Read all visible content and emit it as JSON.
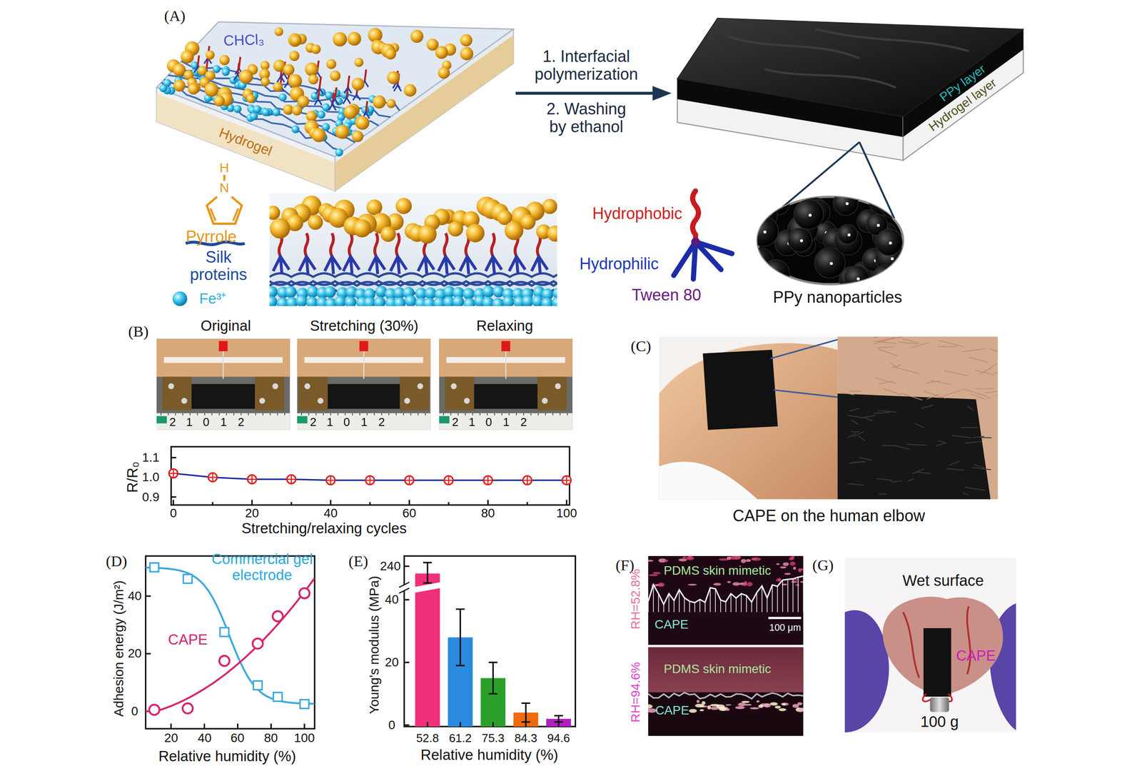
{
  "diagram": {
    "labels": [
      "(A)",
      "CHCl₃",
      "Hydrogel",
      "1. Interfacial polymerization",
      "2. Washing by ethanol",
      "PPy layer",
      "Hydrogel layer",
      "Pyrrole",
      "H",
      "N",
      "Silk proteins",
      "Fe³⁺",
      "Hydrophobic",
      "Hydrophilic",
      "Tween 80",
      "PPy nanoparticles",
      "(B)",
      "Original",
      "Stretching (30%)",
      "Relaxing",
      "2",
      "1",
      "0",
      "1",
      "2",
      "2",
      "1",
      "0",
      "1",
      "2",
      "2",
      "1",
      "0",
      "1",
      "2",
      "R/R₀",
      "1.1",
      "1.0",
      "0.9",
      "0",
      "20",
      "40",
      "60",
      "80",
      "100",
      "Stretching/relaxing cycles",
      "(C)",
      "CAPE on the human elbow",
      "(D)",
      "Commercial gel electrode",
      "CAPE",
      "0",
      "20",
      "40",
      "20",
      "40",
      "60",
      "80",
      "100",
      "Adhesion energy (J/m²)",
      "Relative humidity (%)",
      "(E)",
      "240",
      "40",
      "20",
      "0",
      "52.8",
      "61.2",
      "75.3",
      "84.3",
      "94.6",
      "Young's modulus (MPa)",
      "Relative humidity (%)",
      "(F)",
      "RH=52.8%",
      "PDMS skin mimetic",
      "CAPE",
      "100 μm",
      "RH=94.6%",
      "PDMS skin mimetic",
      "CAPE",
      "(G)",
      "Wet surface",
      "CAPE",
      "100 g"
    ]
  }
}
